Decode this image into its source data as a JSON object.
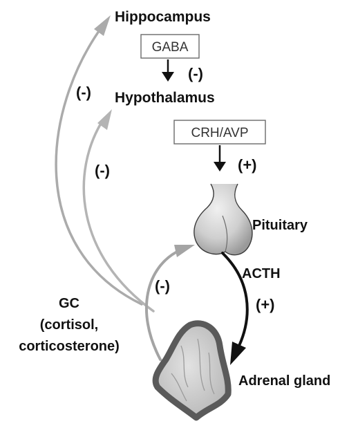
{
  "nodes": {
    "hippocampus": "Hippocampus",
    "hypothalamus": "Hypothalamus",
    "pituitary": "Pituitary",
    "adrenal_gland": "Adrenal gland"
  },
  "boxes": {
    "gaba": "GABA",
    "crh_avp": "CRH/AVP"
  },
  "signals": {
    "gaba_effect": "(-)",
    "crh_effect": "(+)",
    "acth": "ACTH",
    "acth_effect": "(+)",
    "gc_to_hippocampus_effect": "(-)",
    "gc_to_hypothalamus_effect": "(-)",
    "gc_to_pituitary_effect": "(-)"
  },
  "gc_label": {
    "line1": "GC",
    "line2": "(cortisol,",
    "line3": "corticosterone)"
  },
  "colors": {
    "feedback_arrow": "#a8a8a8",
    "stimulatory_arrow": "#111111",
    "gland_fill": "#c9c9c9",
    "adrenal_outline": "#5a5a5a"
  }
}
